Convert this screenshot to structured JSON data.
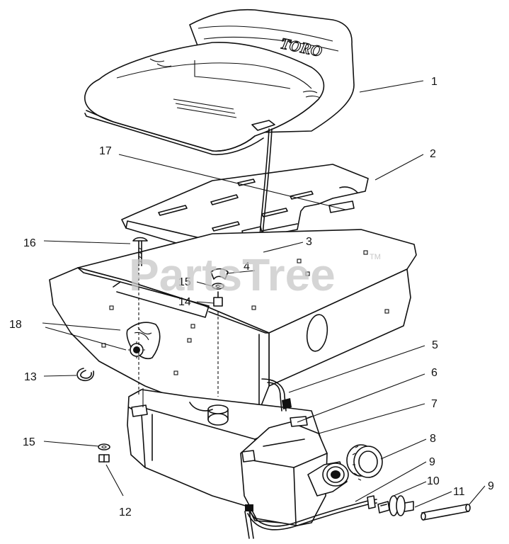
{
  "brand_text": "TORO",
  "watermark": {
    "text": "PartsTree",
    "tm": "TM"
  },
  "callouts": [
    "1",
    "2",
    "3",
    "4",
    "5",
    "6",
    "7",
    "8",
    "9",
    "9",
    "10",
    "11",
    "12",
    "13",
    "14",
    "15",
    "15",
    "16",
    "17",
    "18"
  ]
}
